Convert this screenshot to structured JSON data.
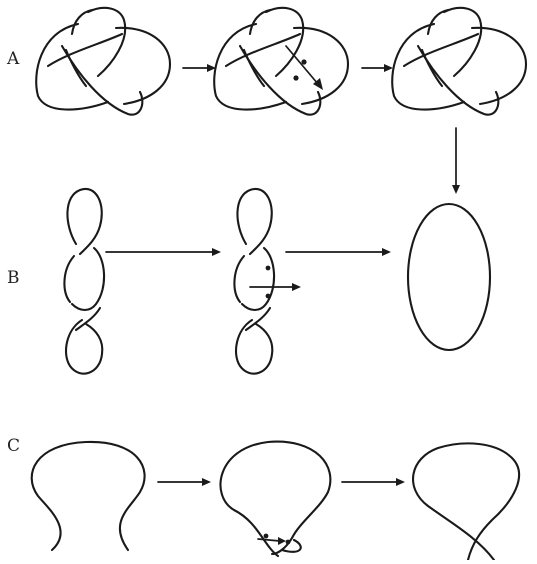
{
  "rows": {
    "a": {
      "label": "A"
    },
    "b": {
      "label": "B"
    },
    "c": {
      "label": "C"
    }
  },
  "colors": {
    "stroke": "#1a1a1a",
    "background": "#ffffff"
  }
}
